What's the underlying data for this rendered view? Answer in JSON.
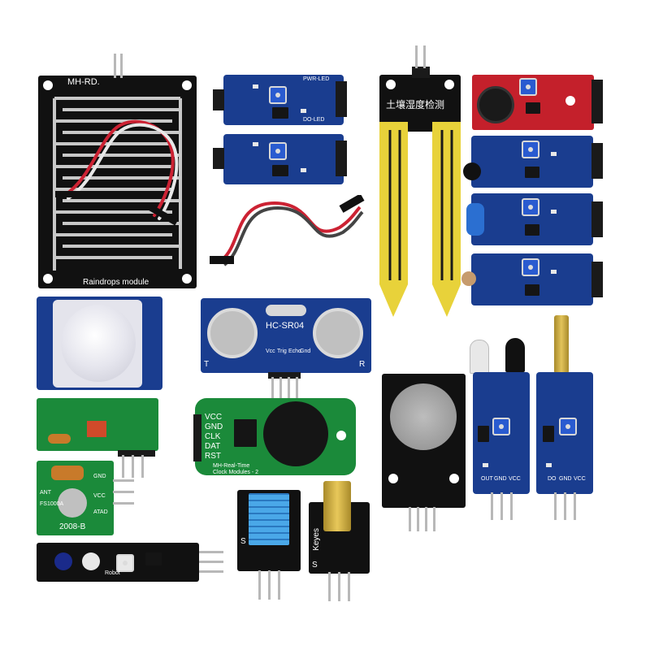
{
  "scene": {
    "background": "#ffffff",
    "pcb_blue": "#1a3d8f",
    "pcb_black": "#111111",
    "pcb_green": "#1b8a3a",
    "pcb_red": "#c4202b",
    "probe_yellow": "#e8d23a"
  },
  "labels": {
    "rain_top": "MH-RD.",
    "rain_bottom": "Raindrops module",
    "soil_cn": "土壤湿度检测",
    "ultrasonic": "HC-SR04",
    "ultra_vcc": "Vcc",
    "ultra_trig": "Trig",
    "ultra_echo": "Echo",
    "ultra_gnd": "Gnd",
    "ultra_t": "T",
    "ultra_r": "R",
    "rtc_line1": "MH-Real-Time",
    "rtc_line2": "Clock Modules - 2",
    "rtc_vcc": "VCC",
    "rtc_gnd": "GND",
    "rtc_clk": "CLK",
    "rtc_dat": "DAT",
    "rtc_rst": "RST",
    "rx_code": "2008-B",
    "rx_ant": "ANT",
    "rx_code2": "FS1000A",
    "rx_gnd": "GND",
    "rx_vcc": "VCC",
    "rx_data": "ATAD",
    "laser_brand": "Keyes",
    "dht_s": "S",
    "laser_s": "S",
    "tracking_robot": "Robot",
    "small_out": "OUT",
    "small_gnd": "GND",
    "small_vcc": "VCC",
    "small_do": "DO",
    "pwr_led": "PWR-LED",
    "do_led": "DO-LED"
  }
}
